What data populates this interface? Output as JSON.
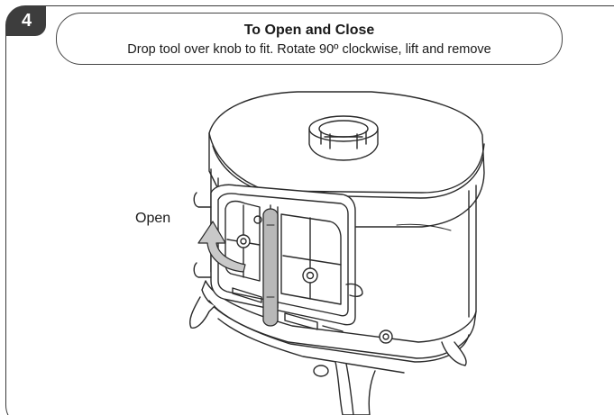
{
  "step": {
    "number": "4"
  },
  "header": {
    "title": "To Open and Close",
    "instruction": "Drop tool over knob to fit. Rotate 90º clockwise, lift and remove"
  },
  "illustration": {
    "subject": "stove-door-opening",
    "arrow_label": "Open"
  },
  "colors": {
    "badge_bg": "#3d3d3d",
    "line": "#2a2a2a",
    "tool_fill": "#b8b8b8",
    "arrow_fill": "#c9c9c9"
  }
}
